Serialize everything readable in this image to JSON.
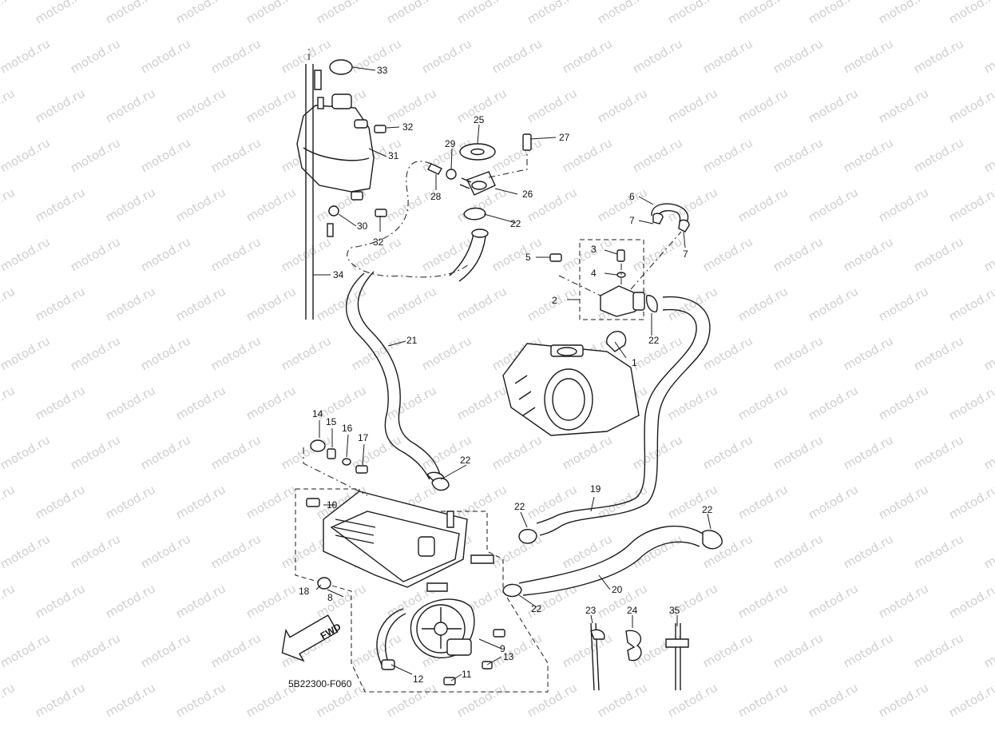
{
  "diagram": {
    "code": "5B22300-F060",
    "fwd_label": "FWD",
    "watermark": "motod.ru",
    "callouts": [
      "1",
      "2",
      "3",
      "4",
      "5",
      "6",
      "7",
      "8",
      "9",
      "10",
      "11",
      "12",
      "13",
      "14",
      "15",
      "16",
      "17",
      "18",
      "19",
      "20",
      "21",
      "22",
      "23",
      "24",
      "25",
      "26",
      "27",
      "28",
      "29",
      "30",
      "31",
      "32",
      "33",
      "34",
      "35"
    ]
  }
}
